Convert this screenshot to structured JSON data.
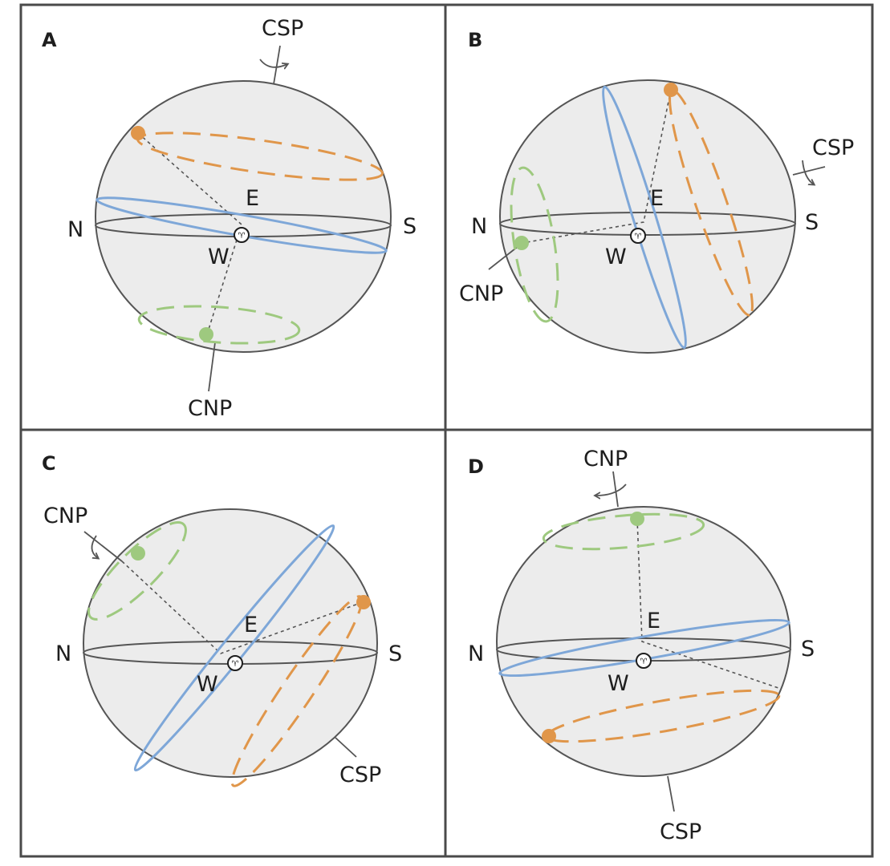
{
  "colors": {
    "ecliptic": "#7ea7d8",
    "star_orange": "#e0964a",
    "star_green": "#9ec97f",
    "sphere_fill": "#ececec",
    "outline": "#555555"
  },
  "panels": [
    {
      "id": "A",
      "label": "A",
      "north": "N",
      "south": "S",
      "east": "E",
      "west": "W",
      "pole_top": "CSP",
      "pole_bottom": "CNP",
      "vernal_equinox_symbol": "♈"
    },
    {
      "id": "B",
      "label": "B",
      "north": "N",
      "south": "S",
      "east": "E",
      "west": "W",
      "pole_top": "CSP",
      "pole_bottom": "CNP",
      "vernal_equinox_symbol": "♈"
    },
    {
      "id": "C",
      "label": "C",
      "north": "N",
      "south": "S",
      "east": "E",
      "west": "W",
      "pole_top": "CNP",
      "pole_bottom": "CSP",
      "vernal_equinox_symbol": "♈"
    },
    {
      "id": "D",
      "label": "D",
      "north": "N",
      "south": "S",
      "east": "E",
      "west": "W",
      "pole_top": "CNP",
      "pole_bottom": "CSP",
      "vernal_equinox_symbol": "♈"
    }
  ]
}
